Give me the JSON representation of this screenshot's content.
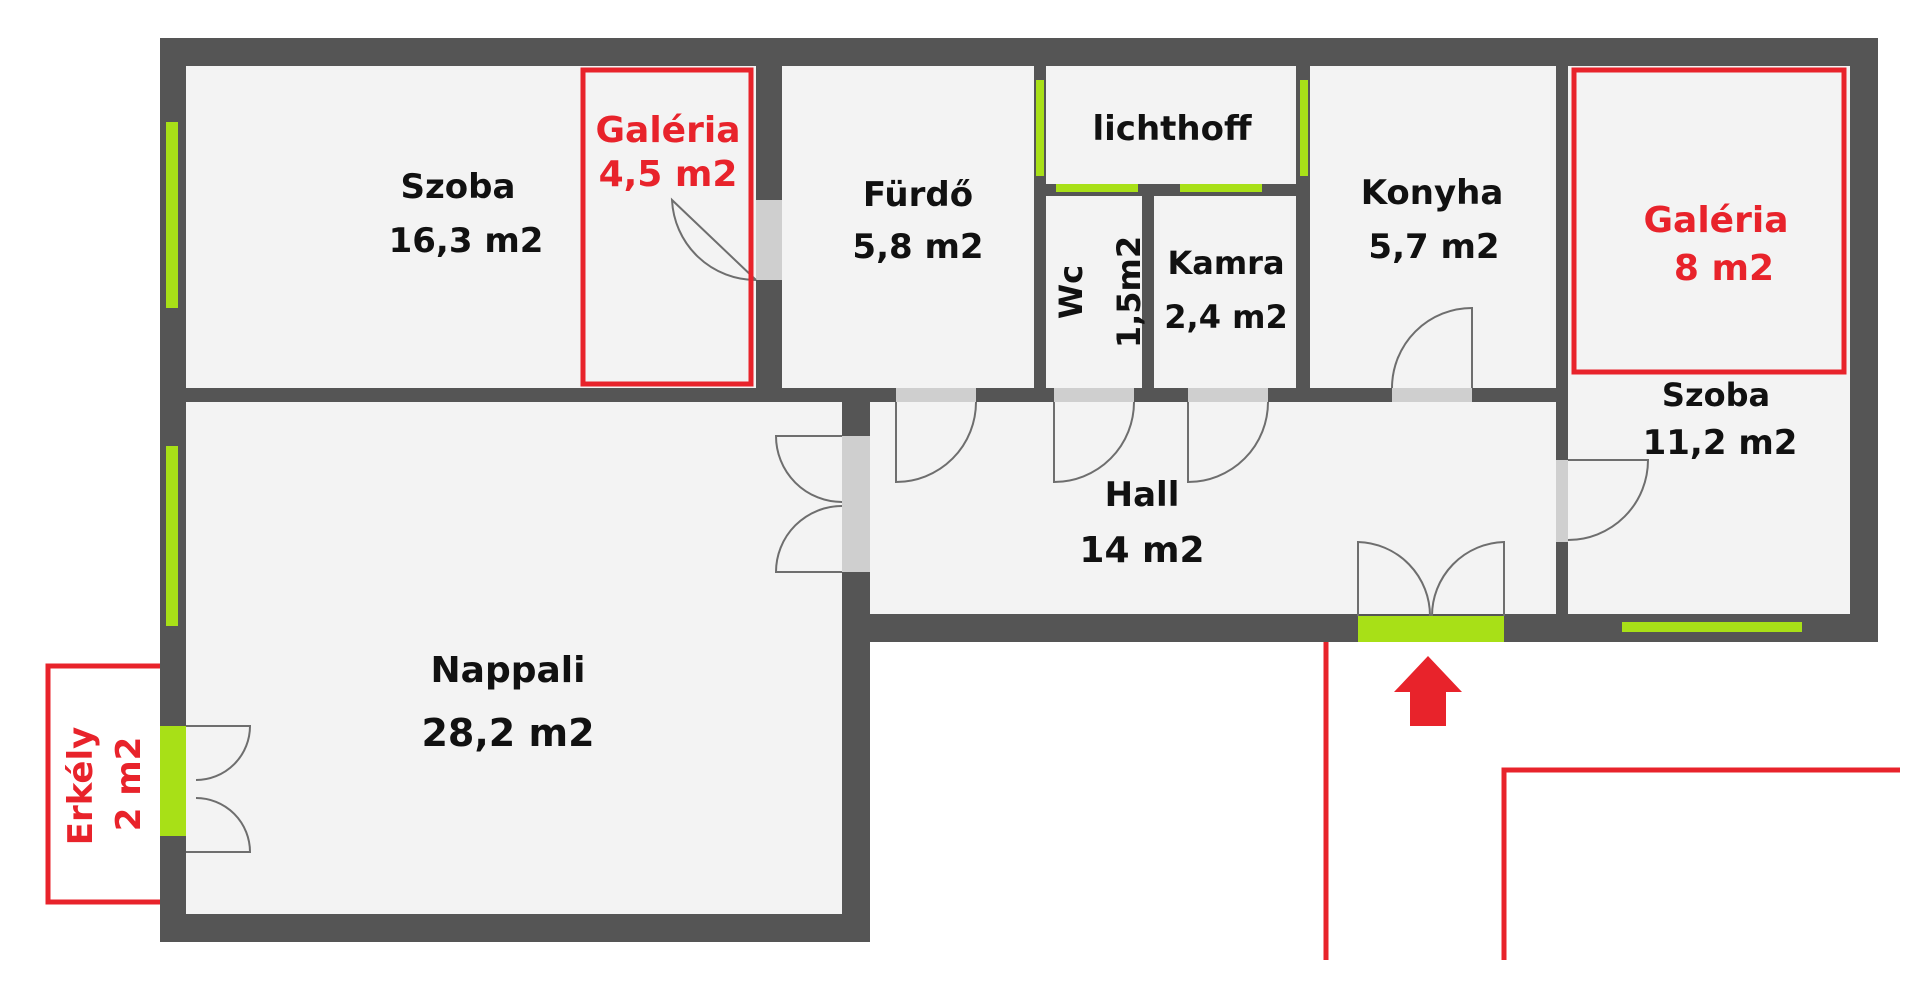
{
  "colors": {
    "wall": "#555555",
    "floor": "#f3f3f3",
    "window": "#a8e017",
    "accent": "#e8232b",
    "doorway": "#cfcfcf",
    "text": "#111111"
  },
  "rooms": {
    "szoba1": {
      "name": "Szoba",
      "area": "16,3 m2"
    },
    "galeria1": {
      "name": "Galéria",
      "area": "4,5 m2"
    },
    "furdo": {
      "name": "Fürdő",
      "area": "5,8 m2"
    },
    "lichthoff": {
      "name": "lichthoff"
    },
    "wc": {
      "name": "Wc",
      "area": "1,5m2"
    },
    "kamra": {
      "name": "Kamra",
      "area": "2,4 m2"
    },
    "konyha": {
      "name": "Konyha",
      "area": "5,7 m2"
    },
    "galeria2": {
      "name": "Galéria",
      "area": "8 m2"
    },
    "szoba2": {
      "name": "Szoba",
      "area": "11,2 m2"
    },
    "hall": {
      "name": "Hall",
      "area": "14 m2"
    },
    "nappali": {
      "name": "Nappali",
      "area": "28,2 m2"
    },
    "erkely": {
      "name": "Erkély",
      "area": "2 m2"
    }
  }
}
